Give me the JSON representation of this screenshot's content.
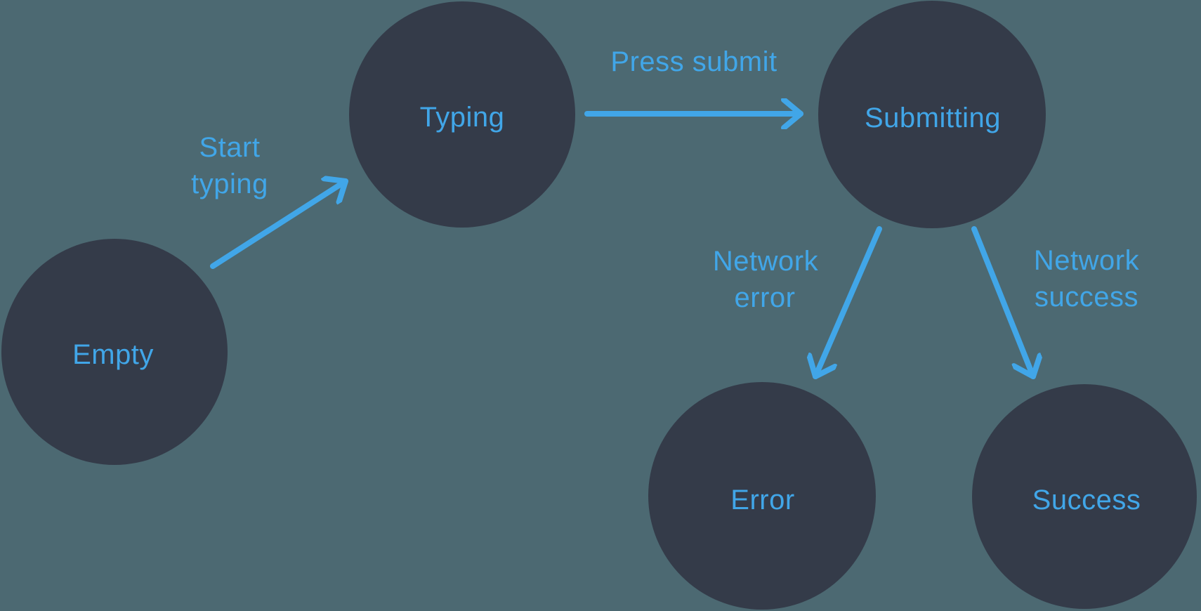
{
  "colors": {
    "background": "#4C6972",
    "node": "#343B49",
    "accent": "#41A6E8"
  },
  "diagram": {
    "type": "state-machine",
    "description": "Form submission state machine",
    "states": [
      {
        "id": "empty",
        "label": "Empty"
      },
      {
        "id": "typing",
        "label": "Typing"
      },
      {
        "id": "submitting",
        "label": "Submitting"
      },
      {
        "id": "error",
        "label": "Error"
      },
      {
        "id": "success",
        "label": "Success"
      }
    ],
    "transitions": [
      {
        "from": "empty",
        "to": "typing",
        "label": "Start typing",
        "label_lines": [
          "Start",
          "typing"
        ]
      },
      {
        "from": "typing",
        "to": "submitting",
        "label": "Press submit",
        "label_lines": [
          "Press submit"
        ]
      },
      {
        "from": "submitting",
        "to": "error",
        "label": "Network error",
        "label_lines": [
          "Network",
          "error"
        ]
      },
      {
        "from": "submitting",
        "to": "success",
        "label": "Network success",
        "label_lines": [
          "Network",
          "success"
        ]
      }
    ]
  }
}
